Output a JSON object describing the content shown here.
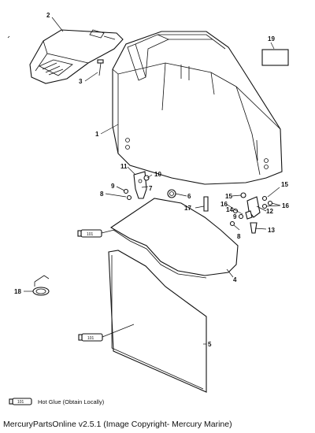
{
  "diagram": {
    "callouts": [
      "1",
      "2",
      "3",
      "4",
      "5",
      "6",
      "7",
      "8",
      "9",
      "10",
      "11",
      "12",
      "13",
      "14",
      "15",
      "16",
      "17",
      "18",
      "19"
    ],
    "tube_label": "101",
    "legend": {
      "tube_label": "101",
      "text": "Hot Glue (Obtain Locally)"
    }
  },
  "footer": {
    "text": "MercuryPartsOnline v2.5.1 (Image Copyright- Mercury Marine)"
  }
}
